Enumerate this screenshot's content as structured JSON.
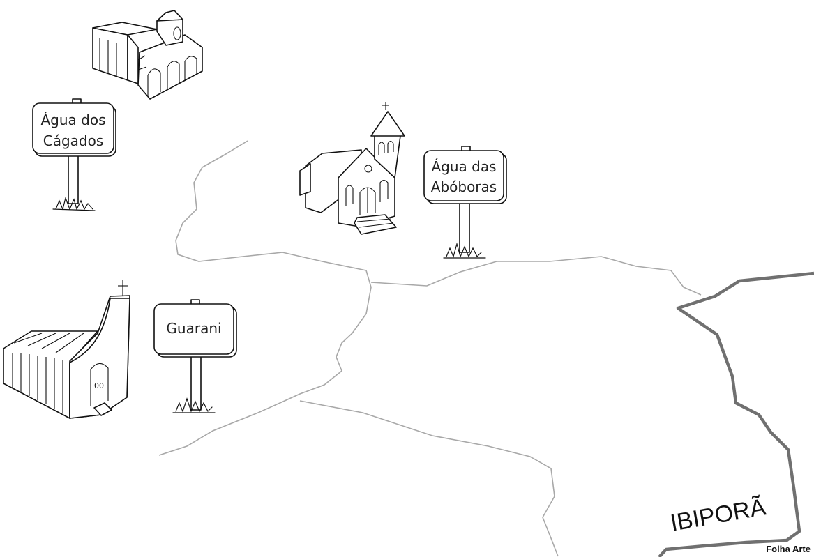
{
  "places": [
    {
      "id": "agua-dos-cagados",
      "lines": [
        "Água dos",
        "Cágados"
      ]
    },
    {
      "id": "agua-das-aboboras",
      "lines": [
        "Água das",
        "Abóboras"
      ]
    },
    {
      "id": "guarani",
      "lines": [
        "Guarani"
      ]
    }
  ],
  "city_label": "IBIPORÃ",
  "credit": "Folha Arte",
  "colors": {
    "background": "#ffffff",
    "boundary": "#a8a8a8",
    "city_boundary": "#707070",
    "ink": "#111111"
  }
}
